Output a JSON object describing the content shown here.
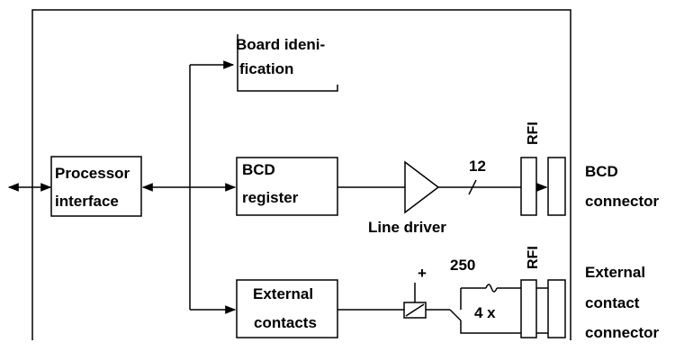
{
  "blocks": {
    "processor_interface": [
      "Processor",
      "interface"
    ],
    "board_identification": [
      "Board ideni-",
      "fication"
    ],
    "bcd_register": [
      "BCD",
      "register"
    ],
    "external_contacts": [
      "External",
      "contacts"
    ]
  },
  "labels": {
    "line_driver": "Line driver",
    "bus_width": "12",
    "rfi_top": "RFI",
    "rfi_bottom": "RFI",
    "plus": "+",
    "resistor_value": "250",
    "contact_count": "4 x"
  },
  "connectors": {
    "bcd": [
      "BCD",
      "connector"
    ],
    "external": [
      "External",
      "contact",
      "connector"
    ]
  }
}
